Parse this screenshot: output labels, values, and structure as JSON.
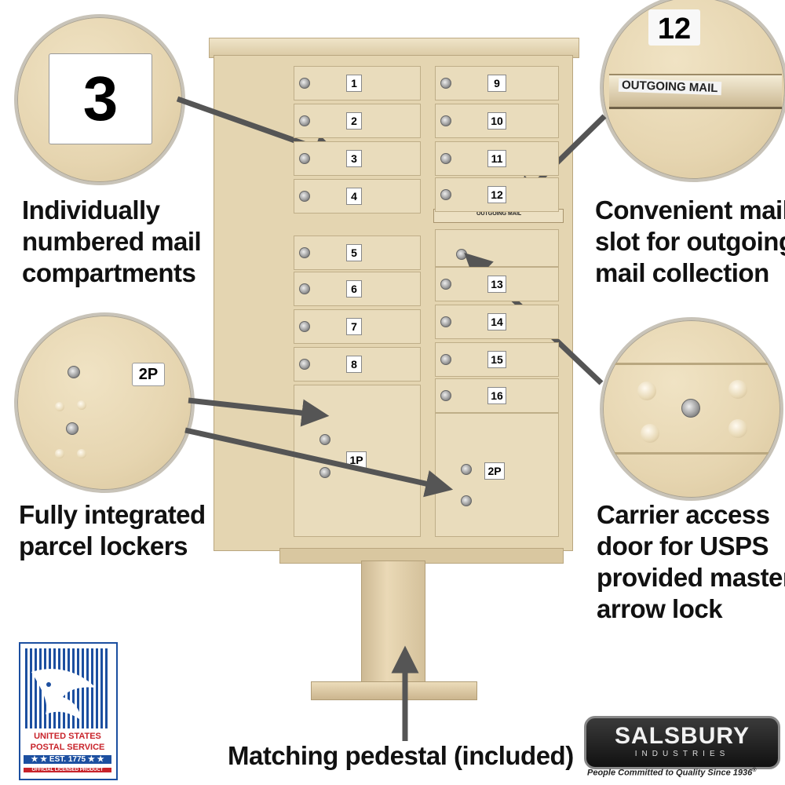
{
  "callouts": {
    "numbered": {
      "l1": "Individually",
      "l2": "numbered mail",
      "l3": "compartments"
    },
    "outgoing": {
      "l1": "Convenient mail",
      "l2": "slot for outgoing",
      "l3": "mail collection"
    },
    "parcel": {
      "l1": "Fully integrated",
      "l2": "parcel lockers"
    },
    "carrier": {
      "l1": "Carrier access",
      "l2": "door for USPS",
      "l3": "provided master",
      "l4": "arrow lock"
    },
    "pedestal": "Matching pedestal (included)"
  },
  "zoom": {
    "compartment_number": "3",
    "outgoing_top_number": "12",
    "outgoing_label": "OUTGOING MAIL",
    "parcel_label": "2P"
  },
  "mailbox": {
    "left_doors": [
      "1",
      "2",
      "3",
      "4",
      "5",
      "6",
      "7",
      "8"
    ],
    "right_doors": [
      "9",
      "10",
      "11",
      "12",
      "13",
      "14",
      "15",
      "16"
    ],
    "slot_label": "OUTGOING MAIL",
    "parcel_1": "1P",
    "parcel_2": "2P"
  },
  "logos": {
    "usps_line1": "UNITED STATES",
    "usps_line2": "POSTAL SERVICE",
    "usps_line3": "★ ★ EST. 1775 ★ ★",
    "usps_line4": "OFFICIAL LICENSED PRODUCT",
    "salsbury_name": "SALSBURY",
    "salsbury_sub": "INDUSTRIES",
    "salsbury_tagline": "People Committed to Quality Since 1936",
    "registered": "®"
  },
  "colors": {
    "cabinet": "#e6d8b6",
    "callout_text": "#111111",
    "arrow": "#555555",
    "usps_blue": "#1c4fa0",
    "usps_red": "#c8242b"
  }
}
